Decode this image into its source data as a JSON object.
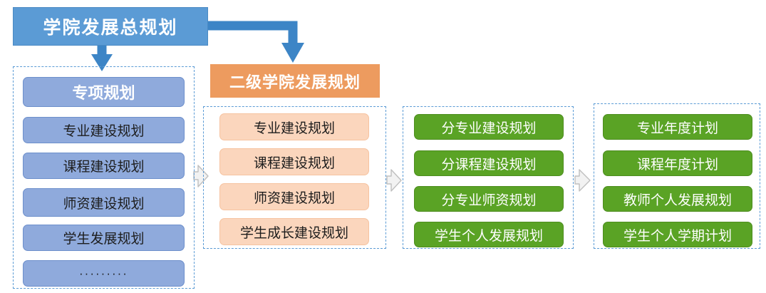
{
  "diagram": {
    "title_box": {
      "label": "学院发展总规划"
    },
    "second_box": {
      "label": "二级学院发展规划"
    },
    "columns": {
      "special": {
        "items": [
          {
            "label": "专项规划"
          },
          {
            "label": "专业建设规划"
          },
          {
            "label": "课程建设规划"
          },
          {
            "label": "师资建设规划"
          },
          {
            "label": "学生发展规划"
          },
          {
            "label": "·········"
          }
        ]
      },
      "college": {
        "items": [
          {
            "label": "专业建设规划"
          },
          {
            "label": "课程建设规划"
          },
          {
            "label": "师资建设规划"
          },
          {
            "label": "学生成长建设规划"
          }
        ]
      },
      "branch": {
        "items": [
          {
            "label": "分专业建设规划"
          },
          {
            "label": "分课程建设规划"
          },
          {
            "label": "分专业师资规划"
          },
          {
            "label": "学生个人发展规划"
          }
        ]
      },
      "annual": {
        "items": [
          {
            "label": "专业年度计划"
          },
          {
            "label": "课程年度计划"
          },
          {
            "label": "教师个人发展规划"
          },
          {
            "label": "学生个人学期计划"
          }
        ]
      }
    },
    "colors": {
      "blue_header": "#5b9bd5",
      "blue_item": "#8faadc",
      "orange_header": "#ed9b5f",
      "orange_item": "#fbd6bd",
      "green_item": "#5aa325",
      "dashed_border": "#5b9bd5",
      "arrow_blue": "#3d85c6",
      "arrow_gray": "#bfbfbf"
    }
  }
}
